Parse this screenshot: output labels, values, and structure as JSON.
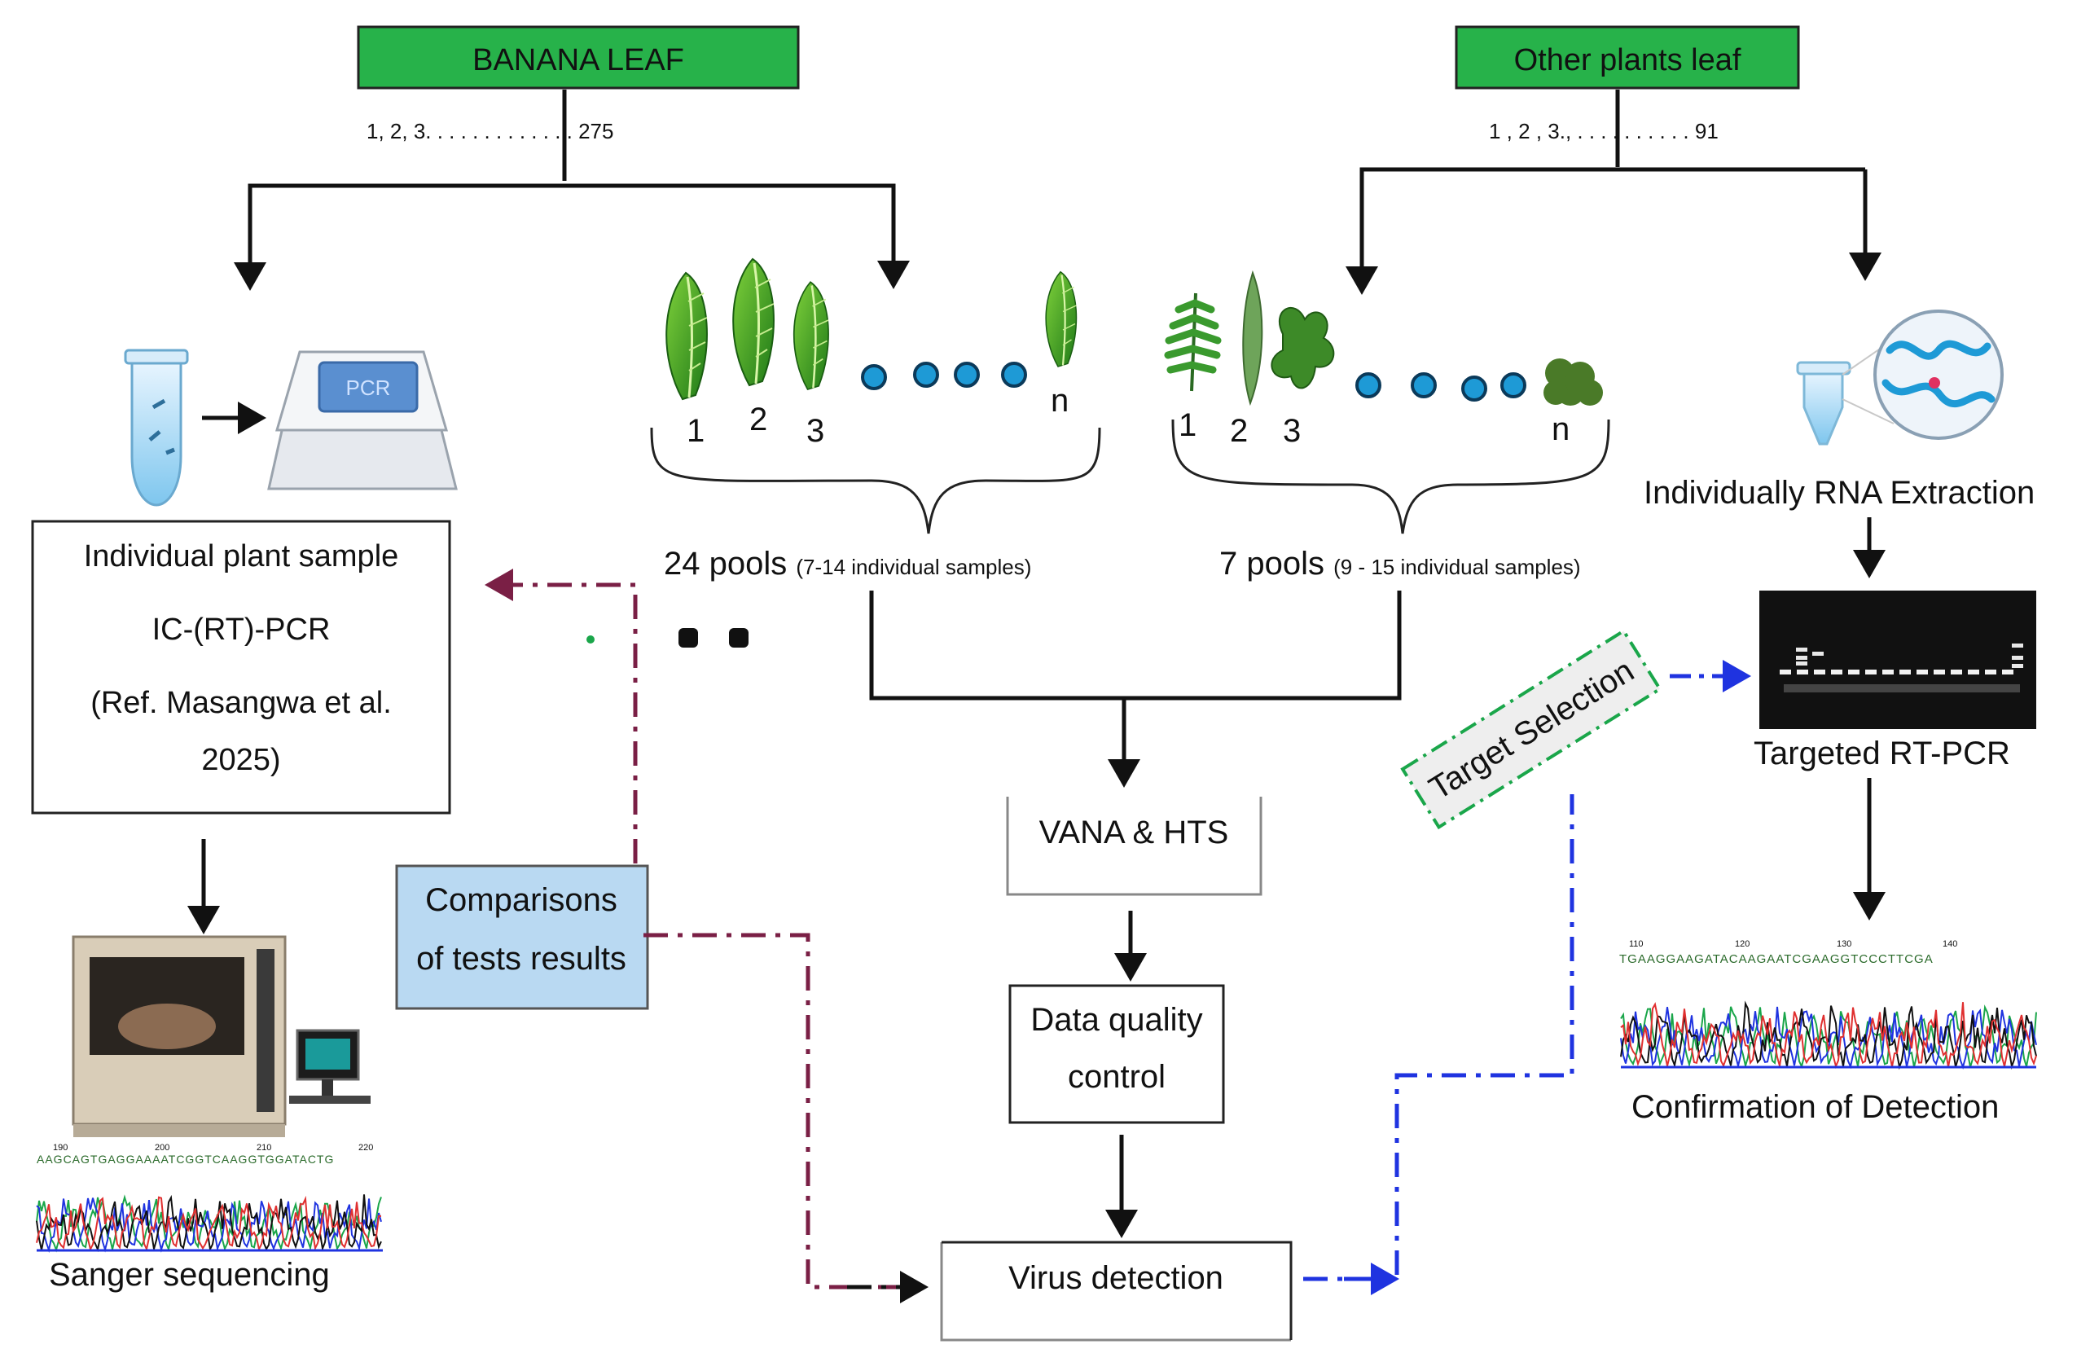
{
  "headers": {
    "banana": "BANANA LEAF",
    "banana_range": "1,  2,  3. . . . . . . . . . . . . 275",
    "other": "Other plants leaf",
    "other_range": "1 , 2 , 3., . . . . . . . . . . 91"
  },
  "left": {
    "individual_box": [
      "Individual  plant sample",
      "IC-(RT)-PCR",
      "(Ref. Masangwa et al.",
      "2025)"
    ],
    "tube_label": "PCR",
    "sanger": "Sanger sequencing",
    "sanger_axis": [
      "190",
      "200",
      "210",
      "220"
    ],
    "sanger_seq": "AAGCAGTGAGGAAAATCGGTCAAGGTGGATACTG"
  },
  "pools": {
    "banana_labels": [
      "1",
      "2",
      "3",
      "n"
    ],
    "other_labels": [
      "1",
      "2",
      "3",
      "n"
    ],
    "banana_main": "24 pools ",
    "banana_sub": "(7-14 individual samples)",
    "other_main": "7  pools ",
    "other_sub": "(9 -  15 individual samples)"
  },
  "center": {
    "vana": "VANA & HTS",
    "dq": [
      "Data quality",
      "control"
    ],
    "virus": "Virus detection"
  },
  "comparisons": [
    "Comparisons",
    "of tests results"
  ],
  "target_selection": "Target Selection",
  "right": {
    "rna": "Individually RNA Extraction",
    "rtpcr": "Targeted RT-PCR",
    "confirm": "Confirmation of Detection",
    "seq_axis": [
      "110",
      "120",
      "130",
      "140"
    ],
    "seq": "TGAAGGAAGATACAAGAATCGAAGGTCCCTTCGA"
  },
  "colors": {
    "header_green": "#27b24a",
    "comparisons_blue": "#b9d9f2",
    "maroon_dash": "#7a1f45",
    "blue_dash": "#1f33e0",
    "green_dash": "#1aa64a",
    "dot_blue": "#1e9ad6"
  }
}
